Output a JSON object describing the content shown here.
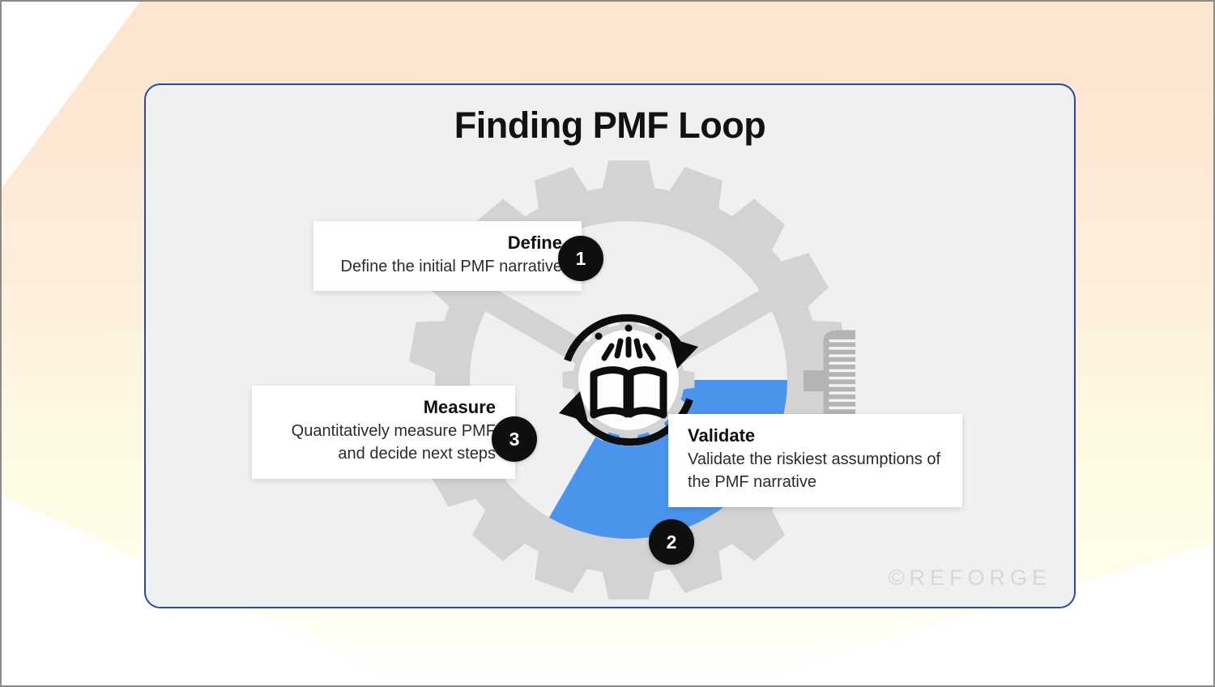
{
  "slide": {
    "title": "Finding PMF Loop",
    "watermark": "©REFORGE",
    "accent_blue": "#4a94ec",
    "gear_gray": "#d2d3d5",
    "panel_bg": "#eff0f2",
    "panel_border": "#2c4a9a",
    "badge_bg": "#100f0f"
  },
  "center_icon": {
    "name": "open-book-with-sparkles-in-loop-arrows",
    "loop_arrows": 2
  },
  "steps": [
    {
      "number": "1",
      "title": "Define",
      "description": "Define the initial PMF narrative",
      "align": "right"
    },
    {
      "number": "2",
      "title": "Validate",
      "description": "Validate the riskiest assumptions of the PMF narrative",
      "align": "left"
    },
    {
      "number": "3",
      "title": "Measure",
      "description": "Quantitatively measure PMF and decide next steps",
      "align": "right"
    }
  ]
}
